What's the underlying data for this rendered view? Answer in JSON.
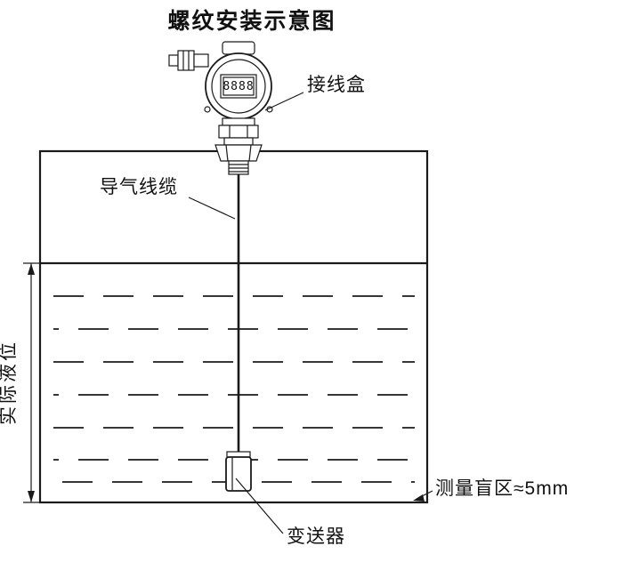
{
  "title": "螺纹安装示意图",
  "labels": {
    "junction_box": "接线盒",
    "air_cable": "导气线缆",
    "actual_level": "实际液位",
    "blind_zone": "测量盲区≈5mm",
    "transmitter": "变送器"
  },
  "device": {
    "lcd_digits": "8888"
  },
  "colors": {
    "line": "#1a1a1a",
    "background": "#ffffff",
    "text": "#111111"
  }
}
